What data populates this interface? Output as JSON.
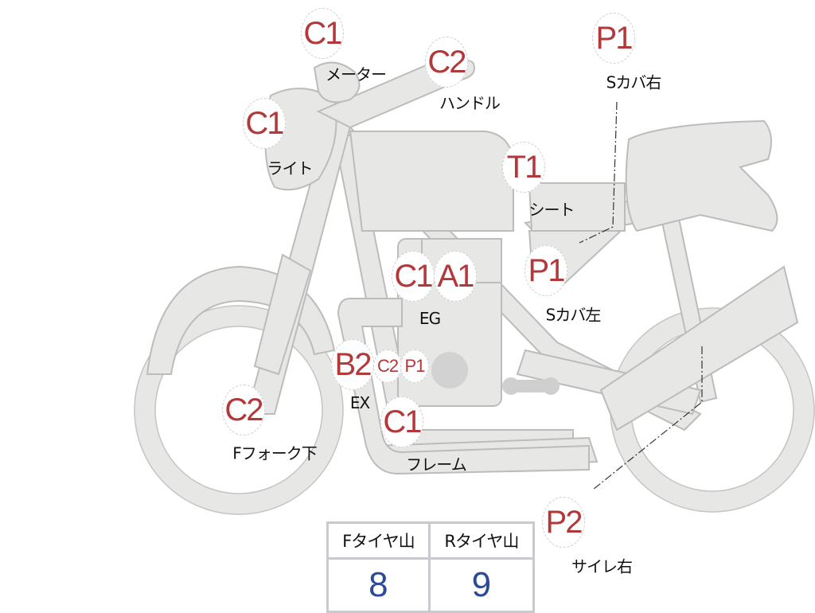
{
  "markers": [
    {
      "code": "C1",
      "label": "メーター"
    },
    {
      "code": "C2",
      "label": "ハンドル"
    },
    {
      "code": "C1",
      "label": "ライト"
    },
    {
      "code": "T1",
      "label": "シート"
    },
    {
      "code": "P1",
      "label": "Sカバ右"
    },
    {
      "code": "C1",
      "label": ""
    },
    {
      "code": "A1",
      "label": "EG"
    },
    {
      "code": "P1",
      "label": "Sカバ左"
    },
    {
      "code": "B2",
      "label": "EX"
    },
    {
      "code": "C2",
      "label": ""
    },
    {
      "code": "P1",
      "label": ""
    },
    {
      "code": "C1",
      "label": "フレーム"
    },
    {
      "code": "C2",
      "label": "Fフォーク下"
    },
    {
      "code": "P2",
      "label": "サイレ右"
    }
  ],
  "tire_table": {
    "headers": [
      "Fタイヤ山",
      "Rタイヤ山"
    ],
    "values": [
      "8",
      "9"
    ]
  },
  "colors": {
    "marker_text": "#b2383a",
    "value_text": "#2d4a9a",
    "bike_fill": "#e6e6e4"
  }
}
